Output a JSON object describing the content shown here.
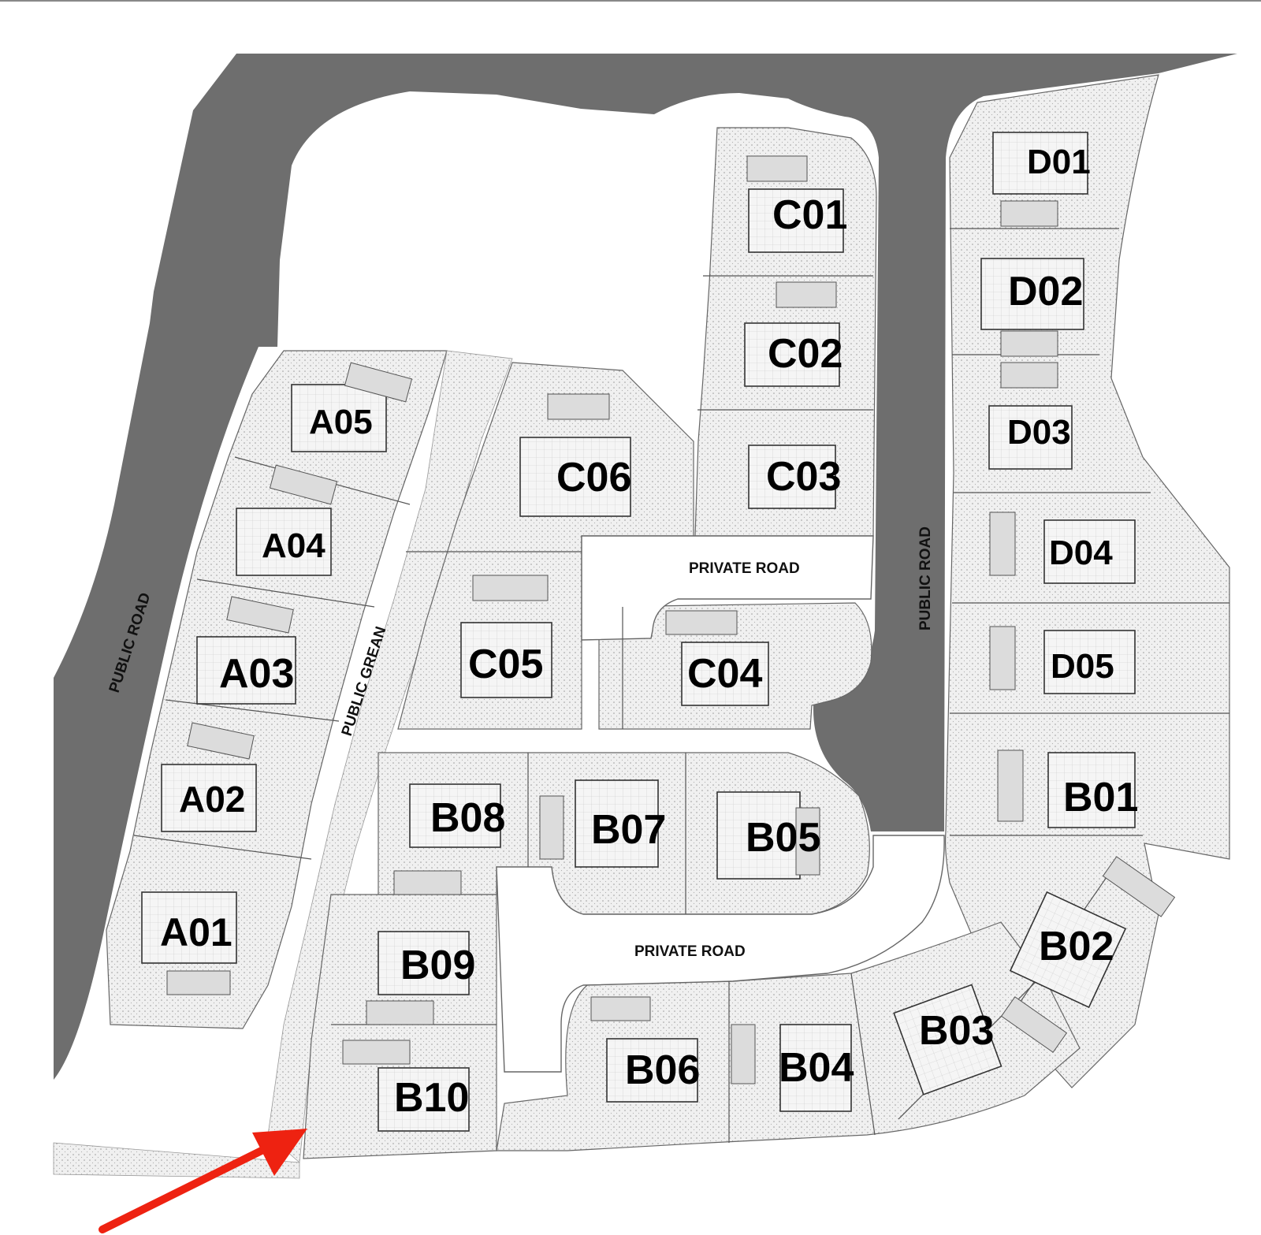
{
  "map": {
    "labels": {
      "public_road_left": "PUBLIC ROAD",
      "public_road_right": "PUBLIC ROAD",
      "public_green": "PUBLIC GREAN",
      "private_road_upper": "PRIVATE ROAD",
      "private_road_lower": "PRIVATE ROAD"
    },
    "lots": {
      "A01": "A01",
      "A02": "A02",
      "A03": "A03",
      "A04": "A04",
      "A05": "A05",
      "B01": "B01",
      "B02": "B02",
      "B03": "B03",
      "B04": "B04",
      "B05": "B05",
      "B06": "B06",
      "B07": "B07",
      "B08": "B08",
      "B09": "B09",
      "B10": "B10",
      "C01": "C01",
      "C02": "C02",
      "C03": "C03",
      "C04": "C04",
      "C05": "C05",
      "C06": "C06",
      "D01": "D01",
      "D02": "D02",
      "D03": "D03",
      "D04": "D04",
      "D05": "D05"
    },
    "colors": {
      "public_road": "#6e6e6e",
      "lot_fill": "#efefef",
      "private_road": "#ffffff",
      "line": "#555555",
      "arrow": "#ee2211"
    },
    "entrance_arrow_icon": "entrance-arrow-icon"
  }
}
